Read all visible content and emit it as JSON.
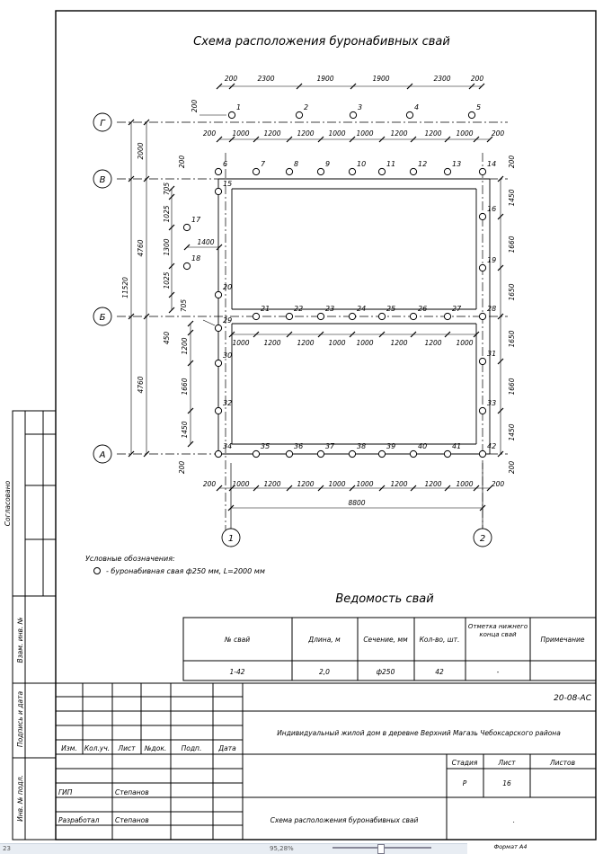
{
  "title": "Схема расположения буронабивных свай",
  "axes_letters": [
    "Г",
    "В",
    "Б",
    "А"
  ],
  "axes_numbers": [
    "1",
    "2"
  ],
  "dims": {
    "top_row": [
      "200",
      "2300",
      "1900",
      "1900",
      "2300",
      "200"
    ],
    "row2": [
      "200",
      "1000",
      "1200",
      "1200",
      "1000",
      "1000",
      "1200",
      "1200",
      "1000",
      "200"
    ],
    "row_b": [
      "1000",
      "1200",
      "1200",
      "1000",
      "1000",
      "1200",
      "1200",
      "1000"
    ],
    "bottom_row": [
      "200",
      "1000",
      "1200",
      "1200",
      "1000",
      "1000",
      "1200",
      "1200",
      "1000",
      "200"
    ],
    "total_width": "8800",
    "left_outer": [
      "2000",
      "4760",
      "4760"
    ],
    "left_total": "11520",
    "left_inner_upper": [
      "705",
      "1025",
      "1300",
      "1025",
      "705"
    ],
    "left_inner_lower": [
      "450",
      "1200",
      "1660",
      "1450"
    ],
    "offset_1400": "1400",
    "right_upper": [
      "1450",
      "1660",
      "1650"
    ],
    "right_lower": [
      "1650",
      "1660",
      "1450"
    ],
    "side_200": "200"
  },
  "pile_labels": [
    "1",
    "2",
    "3",
    "4",
    "5",
    "6",
    "7",
    "8",
    "9",
    "10",
    "11",
    "12",
    "13",
    "14",
    "15",
    "16",
    "17",
    "18",
    "19",
    "20",
    "21",
    "22",
    "23",
    "24",
    "25",
    "26",
    "27",
    "28",
    "29",
    "30",
    "31",
    "32",
    "33",
    "34",
    "35",
    "36",
    "37",
    "38",
    "39",
    "40",
    "41",
    "42"
  ],
  "legend": {
    "heading": "Условные обозначения:",
    "item": "- буронабивная свая ф250 мм, L=2000 мм"
  },
  "schedule": {
    "title": "Ведомость свай",
    "headers": [
      "№ свай",
      "Длина, м",
      "Сечение, мм",
      "Кол-во, шт.",
      "Отметка нижнего конца свай",
      "Примечание"
    ],
    "row": [
      "1-42",
      "2,0",
      "ф250",
      "42",
      "-",
      ""
    ]
  },
  "side_stamp": [
    "Согласовано",
    "Взам. инв. №",
    "Подпись и дата",
    "Инв. № подл."
  ],
  "title_block": {
    "code": "20-08-АС",
    "project": "Индивидуальный жилой дом в деревне Верхний Магазь Чебоксарского района",
    "cols": [
      "Изм.",
      "Кол.уч.",
      "Лист",
      "№док.",
      "Подп.",
      "Дата"
    ],
    "stage_headers": [
      "Стадия",
      "Лист",
      "Листов"
    ],
    "stage_values": [
      "Р",
      "16",
      ""
    ],
    "people": [
      [
        "ГИП",
        "Степанов"
      ],
      [
        "Разработал",
        "Степанов"
      ]
    ],
    "sheet_title": "Схема расположения буронабивных свай",
    "dot": ".",
    "format": "Формат А4"
  },
  "statusbar": {
    "left": "23",
    "zoom": "95,28%"
  }
}
